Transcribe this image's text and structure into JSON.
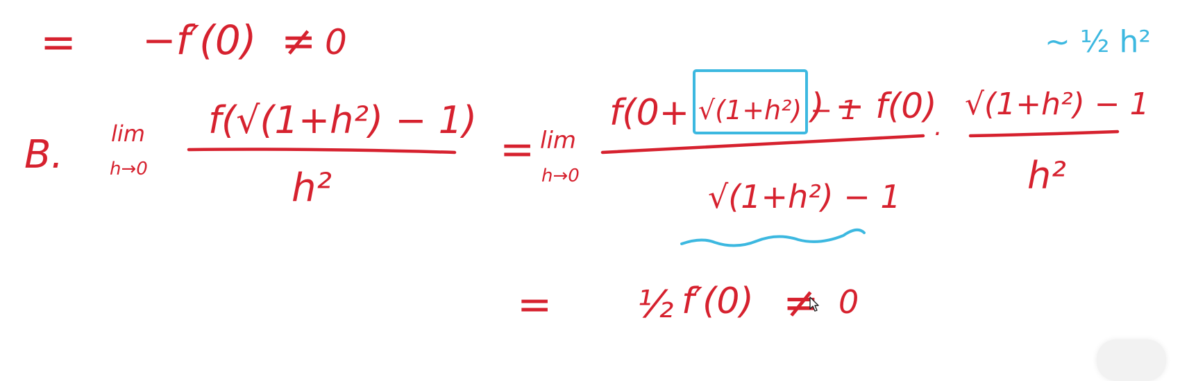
{
  "line_a": {
    "equals": "=",
    "expr": "−f′(0)",
    "neq": "≠",
    "zero": "0"
  },
  "part_b": {
    "label": "B.",
    "lim": "lim",
    "lim_sub": "h→0",
    "lhs_numerator": "f(√(1+h²) − 1)",
    "lhs_denominator": "h²",
    "equals": "=",
    "num1_f": "f(0+",
    "num1_box": "√(1+h²) − 1",
    "num1_tail": ") − f(0)",
    "den1": "√(1+h²) − 1",
    "dot": "·",
    "num2": "√(1+h²) − 1",
    "den2": "h²",
    "equivalence_note": "~ ½ h²",
    "result_equals": "=",
    "result_half": "½",
    "result_expr": "f′(0)",
    "result_neq": "≠",
    "result_zero": "0"
  },
  "colors": {
    "ink": "#d6212e",
    "highlight": "#3cb8e0"
  }
}
